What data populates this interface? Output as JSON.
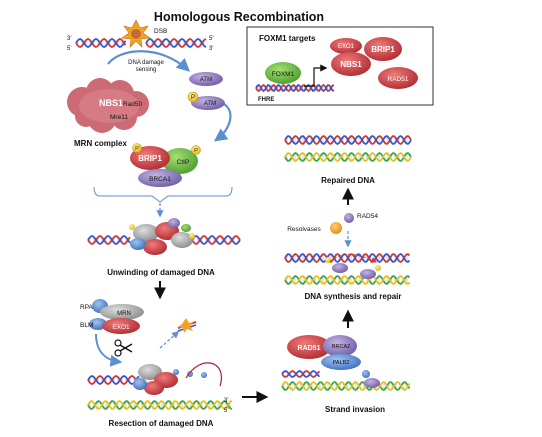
{
  "title": "Homologous Recombination",
  "dsb": {
    "label": "DSB",
    "end_3": "3'",
    "end_5": "5'"
  },
  "sensing": {
    "line1": "DNA damage",
    "line2": "sensing"
  },
  "mrn": {
    "nbs1": "NBS1",
    "rad50": "Rad50",
    "mre11": "Mre11",
    "caption": "MRN complex"
  },
  "atm": {
    "top": "ATM",
    "bottom": "ATM",
    "phospho": "P"
  },
  "ctip_complex": {
    "brip1": "BRIP1",
    "ctip": "CtIP",
    "brca1": "BRCA1",
    "p1": "P",
    "p2": "P"
  },
  "foxm1": {
    "box_title": "FOXM1 targets",
    "foxm1": "FOXM1",
    "fhre": "FHRE",
    "exo1": "EXO1",
    "brip1": "BRIP1",
    "nbs1": "NBS1",
    "rad51": "RAD51"
  },
  "steps": {
    "unwinding": "Unwinding of damaged DNA",
    "resection": "Resection of damaged DNA",
    "invasion": "Strand invasion",
    "synthesis": "DNA synthesis and repair",
    "repaired": "Repaired DNA"
  },
  "resection_labels": {
    "rpa": "RPA",
    "blm": "BLM",
    "mrn": "MRN",
    "exo1": "EXO1",
    "end_3": "3'",
    "end_5": "5'"
  },
  "invasion_labels": {
    "rad51": "RAD51",
    "brca2": "BRCA2",
    "palb2": "PALB2"
  },
  "resolution_labels": {
    "resolvases": "Resolvases",
    "rad54": "RAD54"
  },
  "colors": {
    "red_dna": "#d7362f",
    "blue_dna": "#3b55c9",
    "green_dna": "#3aa64a",
    "yellow_dna": "#e3c21e",
    "protein_red": "#c9383d",
    "mrn_cloud": "#cd6b74",
    "atm_purple": "#8c78b8",
    "ctip_green": "#6bbd45",
    "brca1_purple": "#7b69b1",
    "arrow_blue": "#5b8fd0"
  }
}
